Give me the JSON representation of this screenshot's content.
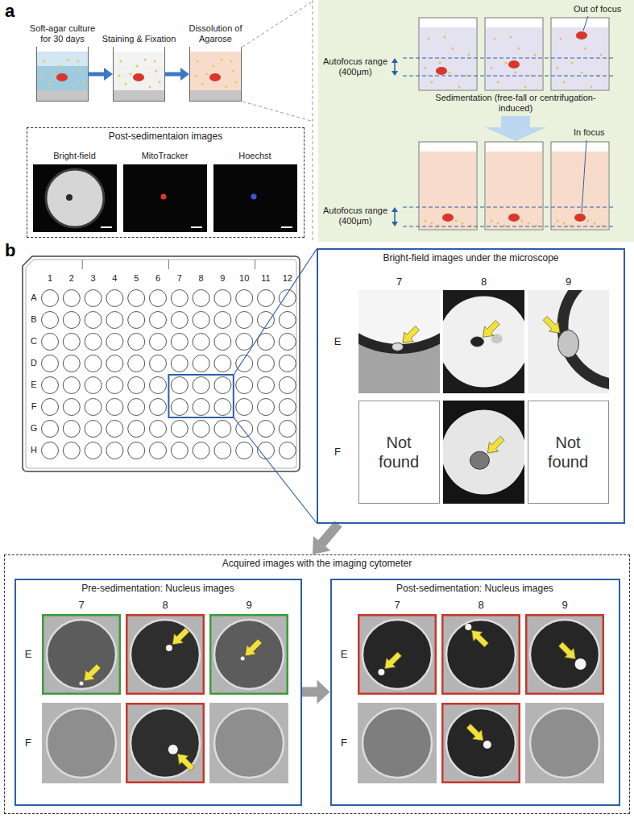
{
  "diagram": {
    "nodes": [
      {
        "text": [
          "Soft-agar culture for 30 days"
        ]
      },
      {
        "text": [
          "Staining & Fixation"
        ]
      },
      {
        "text": [
          "Dissolution of Agarose"
        ]
      },
      {
        "text": [
          "Post-sedimentaion images"
        ]
      },
      {
        "text": [
          "Bright-field"
        ],
        "in": 3
      },
      {
        "text": [
          "MitoTracker"
        ],
        "in": 3
      },
      {
        "text": [
          "Hoechst"
        ],
        "in": 3
      },
      {
        "text": [
          "Bright-field images under the microscope"
        ]
      },
      {
        "text": [
          "Not found"
        ],
        "in": 7
      },
      {
        "text": [
          "Not found"
        ],
        "in": 7
      },
      {
        "text": [
          "Acquired images with the imaging cytometer"
        ]
      },
      {
        "text": [
          "Pre-sedimentation: Nucleus images"
        ],
        "in": 10
      },
      {
        "text": [
          "Post-sedimentation: Nucleus images"
        ],
        "in": 10
      }
    ],
    "edges": [
      {
        "from": 0,
        "to": 1,
        "arrow": "to"
      },
      {
        "from": 1,
        "to": 2,
        "arrow": "to"
      },
      {
        "from": 7,
        "to": 10,
        "arrow": "to"
      },
      {
        "from": 11,
        "to": 12,
        "arrow": "to"
      }
    ],
    "labels": [
      "a",
      "Autofocus range (400μm)",
      "Out of focus",
      "Sedimentation (free-fall or centrifugation-induced)",
      "Autofocus range (400μm)",
      "In focus",
      "b",
      "1",
      "2",
      "3",
      "4",
      "5",
      "6",
      "7",
      "8",
      "9",
      "10",
      "11",
      "12",
      "A",
      "B",
      "C",
      "D",
      "E",
      "F",
      "G",
      "H",
      "7",
      "8",
      "9",
      "E",
      "F",
      "7",
      "8",
      "9",
      "E",
      "F",
      "7",
      "8",
      "9",
      "E",
      "F"
    ]
  }
}
